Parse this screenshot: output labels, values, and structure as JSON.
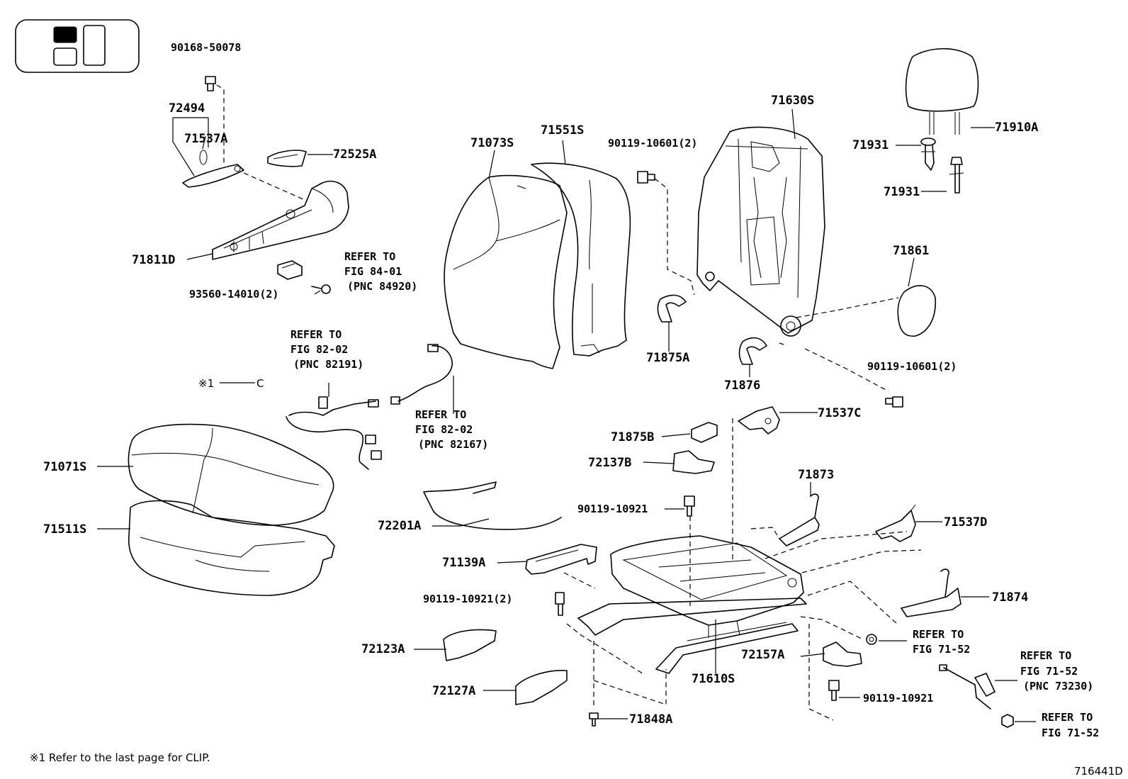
{
  "labels": {
    "p90168_50078": "90168-50078",
    "p72494": "72494",
    "p71537A": "71537A",
    "p72525A": "72525A",
    "p71811D": "71811D",
    "refer_84_01_a": "REFER TO",
    "refer_84_01_b": "FIG 84-01",
    "refer_84_01_c": "(PNC 84920)",
    "p93560_14010": "93560-14010(2)",
    "p71073S": "71073S",
    "p71551S": "71551S",
    "p90119_10601_top": "90119-10601(2)",
    "p71630S": "71630S",
    "p71931_a": "71931",
    "p71910A": "71910A",
    "p71931_b": "71931",
    "p71861": "71861",
    "p71875A": "71875A",
    "p71876": "71876",
    "p90119_10601_mid": "90119-10601(2)",
    "refer_82_02_a1": "REFER TO",
    "refer_82_02_a2": "FIG 82-02",
    "refer_82_02_a3": "(PNC 82191)",
    "clip_marker": "※1",
    "refer_82_02_b1": "REFER TO",
    "refer_82_02_b2": "FIG 82-02",
    "refer_82_02_b3": "(PNC 82167)",
    "p71537C": "71537C",
    "p71875B": "71875B",
    "p72137B": "72137B",
    "p71071S": "71071S",
    "p71511S": "71511S",
    "p72201A": "72201A",
    "p90119_10921_a": "90119-10921",
    "p71873": "71873",
    "p71537D": "71537D",
    "p71139A": "71139A",
    "p90119_10921_2": "90119-10921(2)",
    "p71874": "71874",
    "p72123A": "72123A",
    "refer_71_52_a1": "REFER TO",
    "refer_71_52_a2": "FIG 71-52",
    "p72157A": "72157A",
    "p71610S": "71610S",
    "refer_71_52_b1": "REFER TO",
    "refer_71_52_b2": "FIG 71-52",
    "refer_71_52_b3": "(PNC 73230)",
    "p72127A": "72127A",
    "p90119_10921_b": "90119-10921",
    "p71848A": "71848A",
    "refer_71_52_c1": "REFER TO",
    "refer_71_52_c2": "FIG 71-52",
    "footnote": "※1  Refer to the last page for CLIP.",
    "figure_code": "716441D"
  }
}
